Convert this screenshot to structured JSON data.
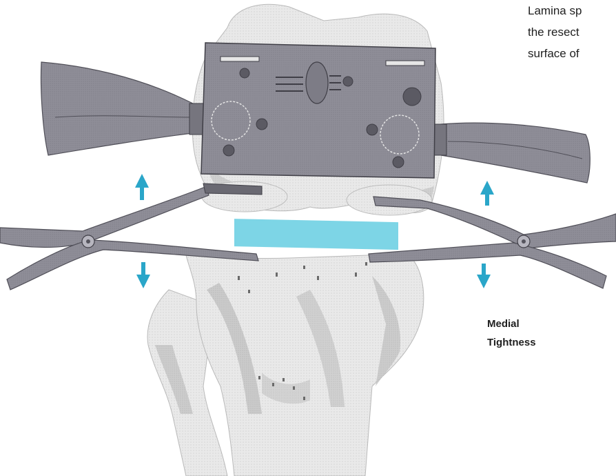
{
  "annotation": {
    "top_lines": [
      "Lamina sp",
      "the resect",
      "surface of"
    ],
    "side_label_lines": [
      "Medial",
      "Tightness"
    ]
  },
  "device": {
    "left_plate_label": "",
    "right_plate_label": "",
    "center_label": ""
  },
  "colors": {
    "bone": "#ececec",
    "bone_shadow": "#c9c9c9",
    "instrument": "#8e8d96",
    "instrument_dark": "#55545d",
    "spacer_block": "#6fd0e3",
    "arrow": "#2aa6c9",
    "text": "#1f1f1f"
  },
  "icons": [
    "arrow-up-icon",
    "arrow-down-icon"
  ]
}
